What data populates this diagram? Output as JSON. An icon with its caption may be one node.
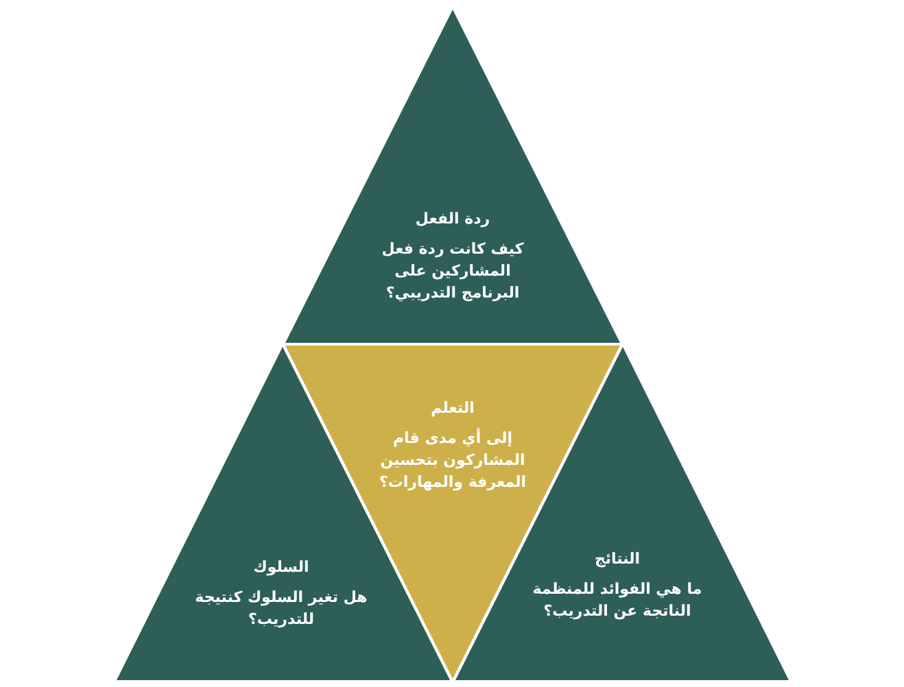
{
  "diagram": {
    "nodes": [
      {
        "text": [
          "ردة الفعل",
          "كيف كانت ردة فعل المشاركين على البرنامج التدريبي؟"
        ]
      },
      {
        "text": [
          "التعلم",
          "إلى أي مدى قام المشاركون بتحسين المعرفة والمهارات؟"
        ]
      },
      {
        "text": [
          "السلوك",
          "هل تغير السلوك كنتيجة للتدريب؟"
        ]
      },
      {
        "text": [
          "النتائج",
          "ما هي الفوائد للمنظمة الناتجة عن التدريب؟"
        ]
      }
    ]
  }
}
